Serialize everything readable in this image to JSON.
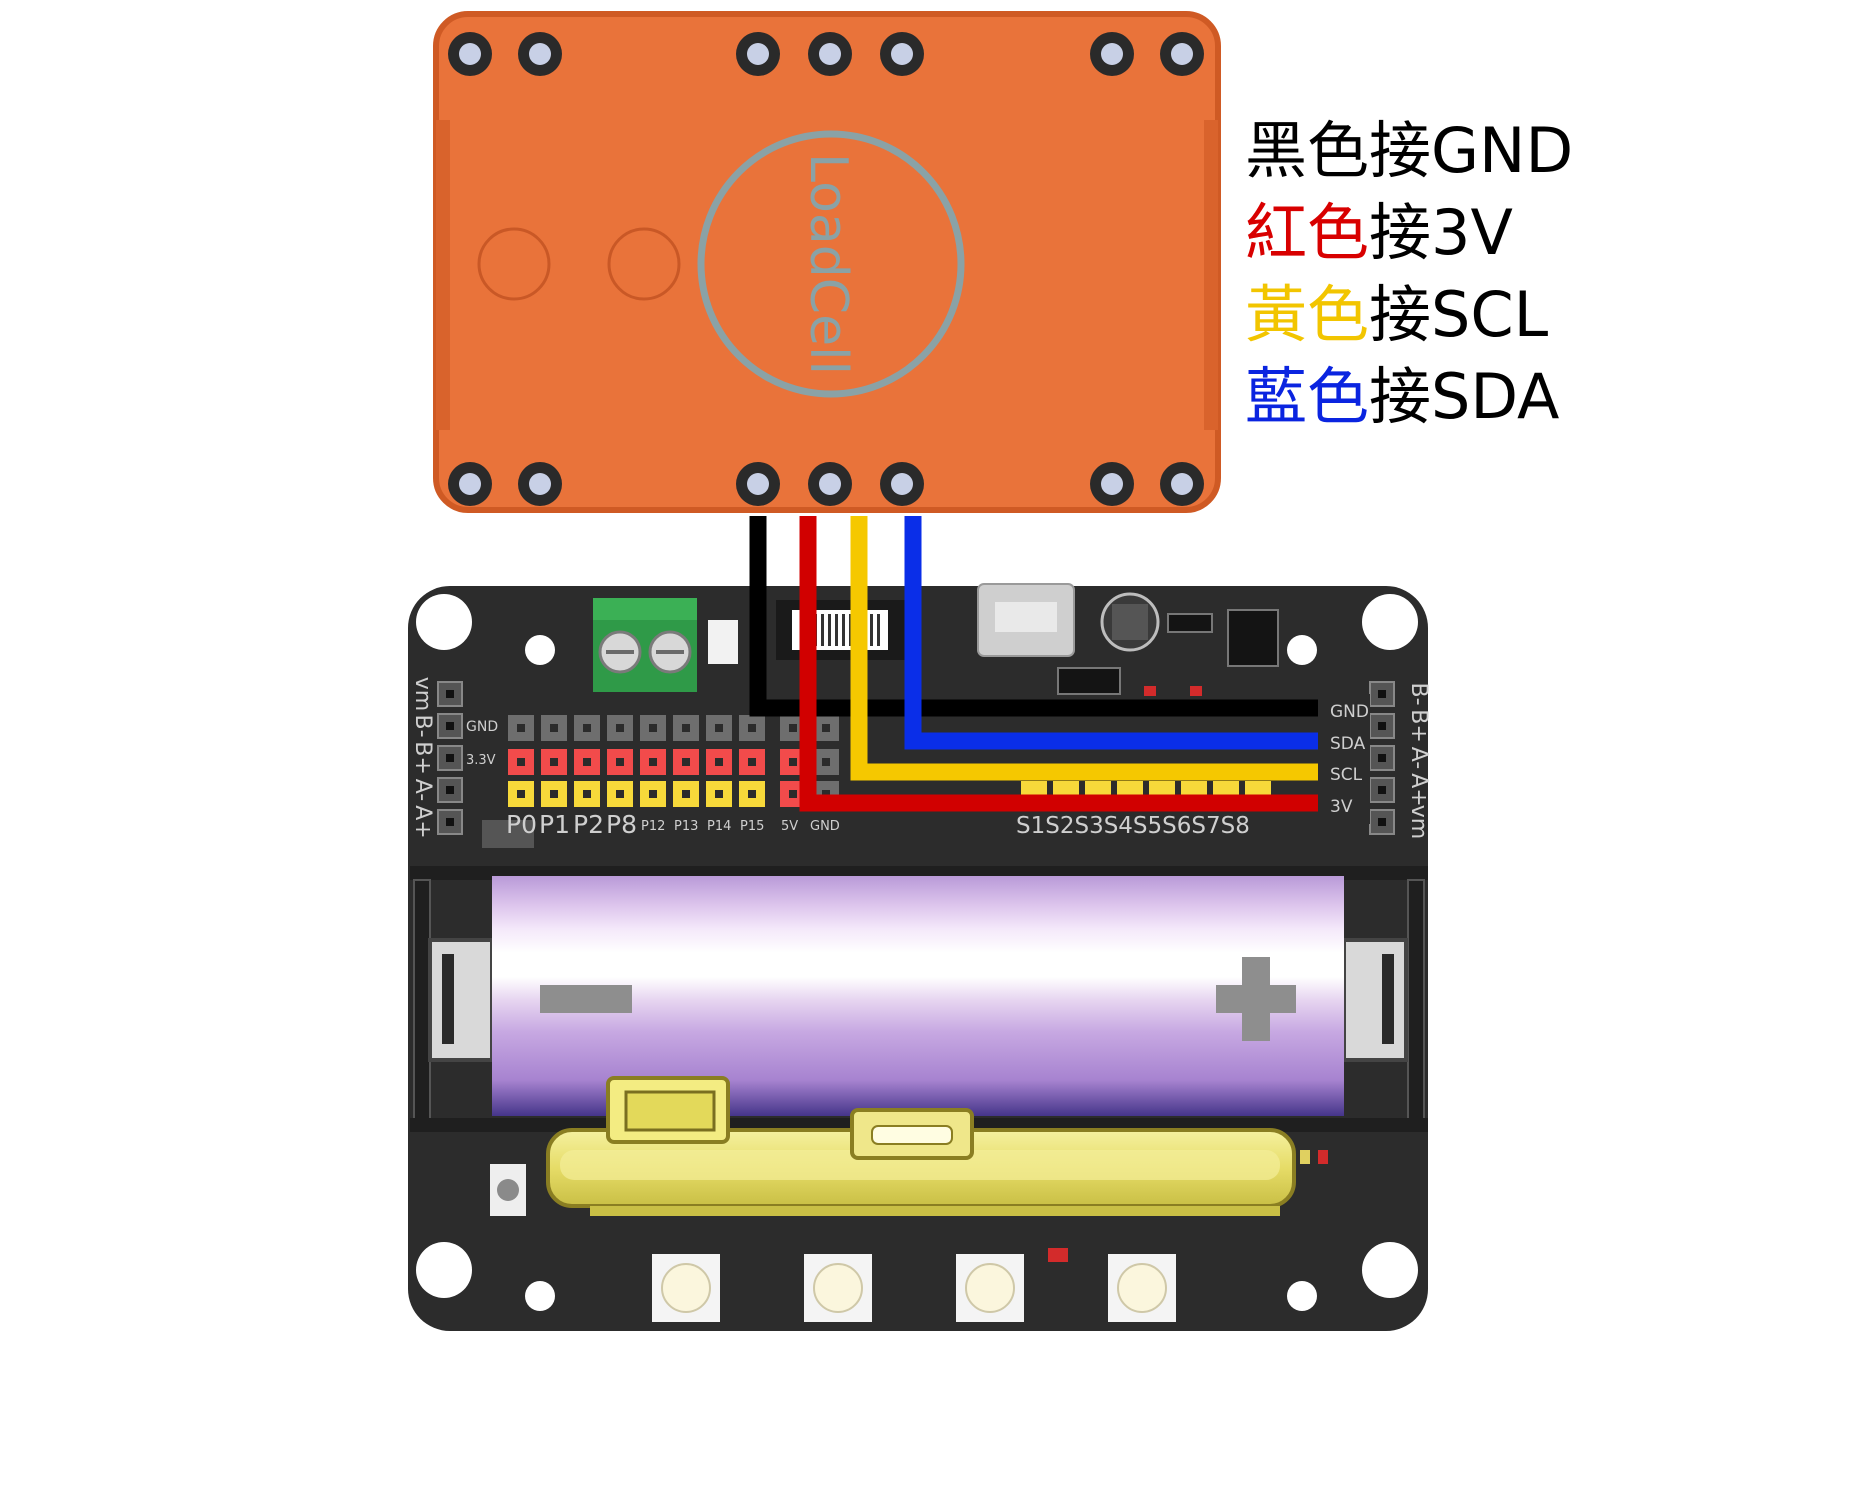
{
  "legend": [
    {
      "color_word": "黑色",
      "rest": "接GND",
      "color": "#000000"
    },
    {
      "color_word": "紅色",
      "rest": "接3V",
      "color": "#d80000"
    },
    {
      "color_word": "黃色",
      "rest": "接SCL",
      "color": "#f2c500"
    },
    {
      "color_word": "藍色",
      "rest": "接SDA",
      "color": "#0a24e0"
    }
  ],
  "module": {
    "label": "LoadCell",
    "color": "#e9733a"
  },
  "board": {
    "left_header_labels": [
      "vm",
      "B-",
      "B+",
      "A-",
      "A+"
    ],
    "right_header_labels": [
      "vm",
      "A+",
      "A-",
      "B+",
      "B-"
    ],
    "row_labels": [
      "GND",
      "3.3V"
    ],
    "bottom_labels": {
      "p0": "P0",
      "p1": "P1",
      "p2": "P2",
      "p8": "P8",
      "p12": "P12",
      "p13": "P13",
      "p14": "P14",
      "p15": "P15",
      "v5": "5V",
      "gnd": "GND",
      "servo": "S1S2S3S4S5S6S7S8"
    },
    "i2c_labels": [
      "GND",
      "SDA",
      "SCL",
      "3V"
    ],
    "battery_minus": "−",
    "battery_plus": "+"
  },
  "wire_colors": {
    "black": "#000000",
    "red": "#d10000",
    "yellow": "#f5c800",
    "blue": "#0a2ee8"
  }
}
